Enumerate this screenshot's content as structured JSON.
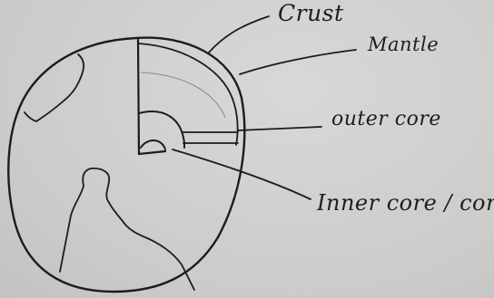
{
  "labels": {
    "crust": "Crust",
    "mantle": "Mantle",
    "outer_core": "outer core",
    "inner_core": "Inner core / core"
  },
  "colors": {
    "paper": "#cfcfcd",
    "ink": "#1c1c1c"
  }
}
